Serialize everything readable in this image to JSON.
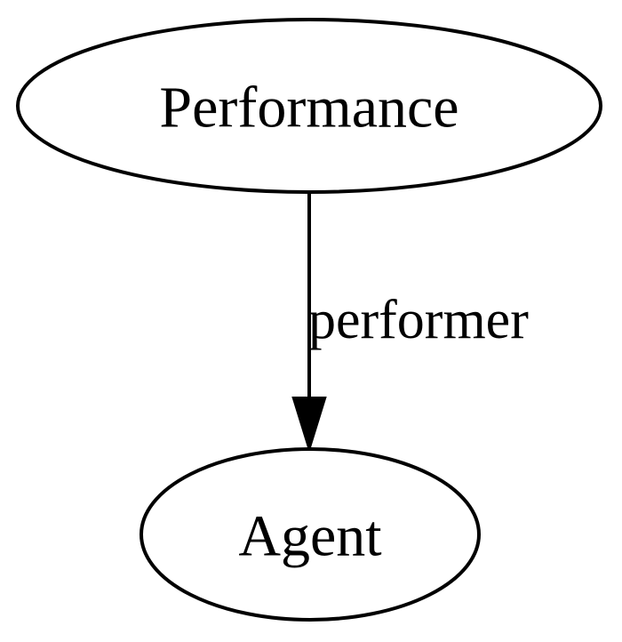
{
  "nodes": {
    "performance": {
      "label": "Performance"
    },
    "agent": {
      "label": "Agent"
    }
  },
  "edges": {
    "performer": {
      "from": "Performance",
      "to": "Agent",
      "label": "performer"
    }
  },
  "colors": {
    "stroke": "#000000",
    "fill": "#ffffff",
    "text": "#000000"
  }
}
